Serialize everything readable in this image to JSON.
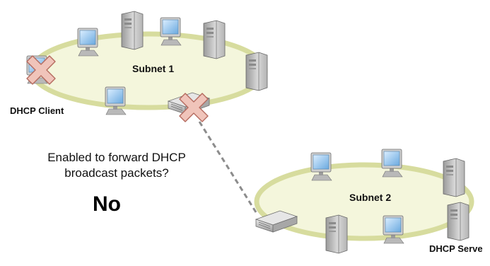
{
  "labels": {
    "subnet_1": "Subnet 1",
    "subnet_2": "Subnet 2",
    "dhcp_client": "DHCP Client",
    "dhcp_server": "DHCP Serve"
  },
  "question": {
    "line_1": "Enabled to forward DHCP",
    "line_2": "broadcast packets?"
  },
  "answer": "No",
  "colors": {
    "ring_fill": "#f4f6dc",
    "ring_stroke": "#d7dc9e",
    "link_dash": "#8c8c8c",
    "blocked_x_fill": "#f0c4ba",
    "blocked_x_stroke": "#b56a5e",
    "screen": "#7fb8e6",
    "device_body": "#c8c8c8"
  },
  "icons": {
    "computer": "workstation-icon",
    "server": "server-tower-icon",
    "router": "router-icon",
    "blocked": "blocked-x-icon"
  }
}
